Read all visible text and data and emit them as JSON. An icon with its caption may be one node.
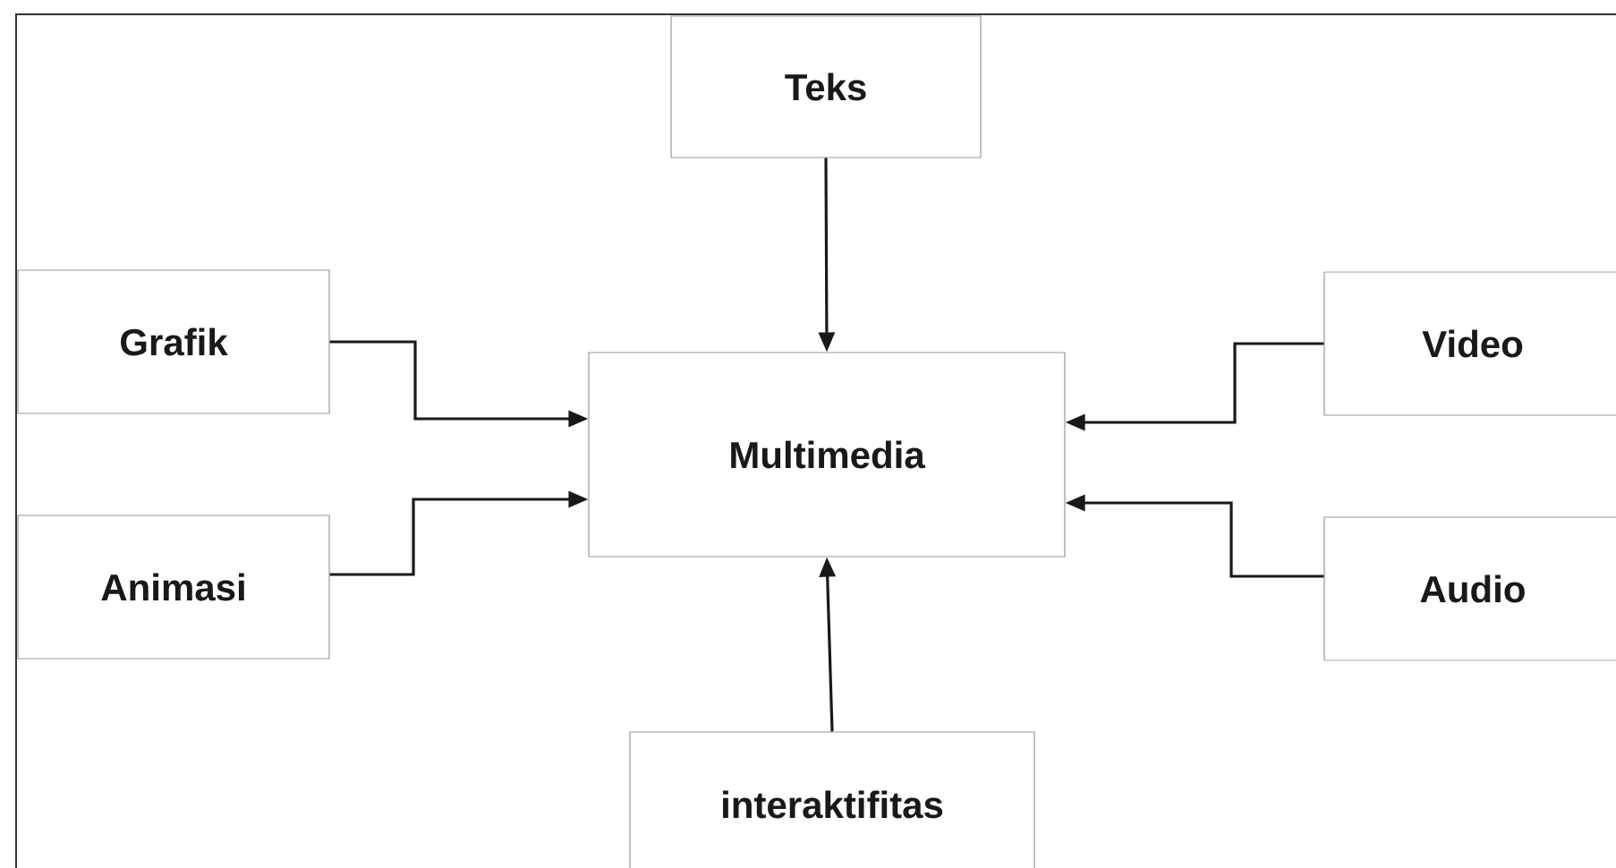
{
  "diagram": {
    "nodes": [
      {
        "text": [
          "Teks"
        ]
      },
      {
        "text": [
          "Grafik"
        ]
      },
      {
        "text": [
          "Multimedia"
        ]
      },
      {
        "text": [
          "Video"
        ]
      },
      {
        "text": [
          "Animasi"
        ]
      },
      {
        "text": [
          "Audio"
        ]
      },
      {
        "text": [
          "interaktifitas"
        ]
      }
    ],
    "edges": [
      {
        "from": 0,
        "to": 2,
        "arrow": "to"
      },
      {
        "from": 1,
        "to": 2,
        "arrow": "to"
      },
      {
        "from": 3,
        "to": 2,
        "arrow": "to"
      },
      {
        "from": 4,
        "to": 2,
        "arrow": "to"
      },
      {
        "from": 5,
        "to": 2,
        "arrow": "to"
      },
      {
        "from": 6,
        "to": 2,
        "arrow": "to"
      }
    ]
  }
}
